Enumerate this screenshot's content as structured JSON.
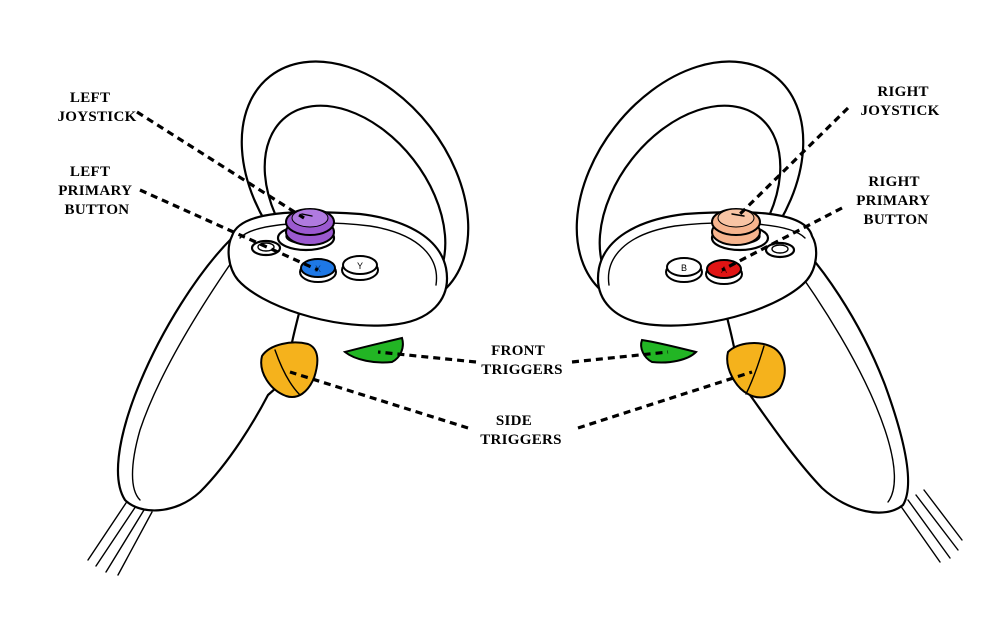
{
  "labels": {
    "left_joystick": [
      "LEFT",
      "JOYSTICK"
    ],
    "left_primary": [
      "LEFT",
      "PRIMARY",
      "BUTTON"
    ],
    "right_joystick": [
      "RIGHT",
      "JOYSTICK"
    ],
    "right_primary": [
      "RIGHT",
      "PRIMARY",
      "BUTTON"
    ],
    "front_triggers": [
      "FRONT",
      "TRIGGERS"
    ],
    "side_triggers": [
      "SIDE",
      "TRIGGERS"
    ]
  },
  "buttons": {
    "left_x": "X",
    "left_y": "Y",
    "right_a": "A",
    "right_b": "B"
  },
  "colors": {
    "left_joystick": "#9b59d0",
    "left_primary": "#1e78e6",
    "right_joystick": "#f6b48e",
    "right_primary": "#e01414",
    "front_trigger": "#22b524",
    "side_trigger": "#f5b21c"
  }
}
